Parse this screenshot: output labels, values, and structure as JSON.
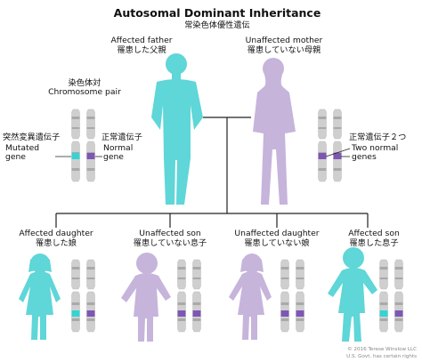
{
  "title": "Autosomal Dominant Inheritance",
  "title_jp": "常染色体優性遺伝",
  "colors": {
    "affected": "#5fd6d8",
    "unaffected": "#c6b4db",
    "mutated_gene": "#36d3d3",
    "normal_gene": "#7d57b3",
    "chromosome": "#cfcfcf",
    "line": "#222222"
  },
  "father": {
    "label": "Affected father",
    "label_jp": "罹患した父親"
  },
  "mother": {
    "label": "Unaffected mother",
    "label_jp": "罹患していない母親"
  },
  "chromosome_pair": {
    "label_jp": "染色体対",
    "label": "Chromosome pair"
  },
  "mutated_gene": {
    "label_jp": "突然変異遺伝子",
    "label": "Mutated gene"
  },
  "normal_gene": {
    "label_jp": "正常遺伝子",
    "label": "Normal gene"
  },
  "two_normal_genes": {
    "label_jp": "正常遺伝子２つ",
    "label": "Two normal genes"
  },
  "children": [
    {
      "label": "Affected daughter",
      "label_jp": "罹患した娘",
      "affected": true
    },
    {
      "label": "Unaffected son",
      "label_jp": "罹患していない息子",
      "affected": false
    },
    {
      "label": "Unaffected daughter",
      "label_jp": "罹患していない娘",
      "affected": false
    },
    {
      "label": "Affected son",
      "label_jp": "罹患した息子",
      "affected": true
    }
  ],
  "copyright": {
    "line1": "© 2016 Terese Winslow LLC",
    "line2": "U.S. Govt. has certain rights"
  }
}
